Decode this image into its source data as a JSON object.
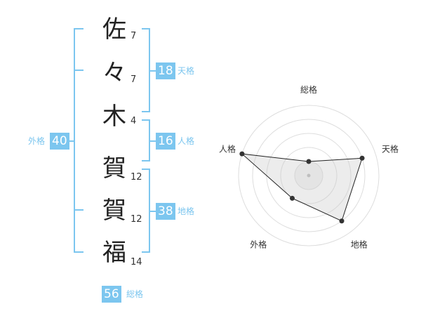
{
  "name": {
    "characters": [
      {
        "char": "佐",
        "strokes": "7"
      },
      {
        "char": "々",
        "strokes": "7"
      },
      {
        "char": "木",
        "strokes": "4"
      },
      {
        "char": "賀",
        "strokes": "12"
      },
      {
        "char": "賀",
        "strokes": "12"
      },
      {
        "char": "福",
        "strokes": "14"
      }
    ]
  },
  "fortune": {
    "tenkaku": {
      "label": "天格",
      "value": "18"
    },
    "jinkaku": {
      "label": "人格",
      "value": "16"
    },
    "chikaku": {
      "label": "地格",
      "value": "38"
    },
    "gaikaku": {
      "label": "外格",
      "value": "40"
    },
    "soukaku": {
      "label": "総格",
      "value": "56"
    }
  },
  "colors": {
    "accent": "#7cc6ef"
  },
  "chart_data": {
    "type": "radar",
    "axes": [
      "総格",
      "天格",
      "地格",
      "外格",
      "人格"
    ],
    "series": [
      {
        "values": [
          1,
          4,
          4,
          2,
          5
        ]
      }
    ],
    "scale": [
      0,
      5
    ],
    "grid_rings": 5
  }
}
